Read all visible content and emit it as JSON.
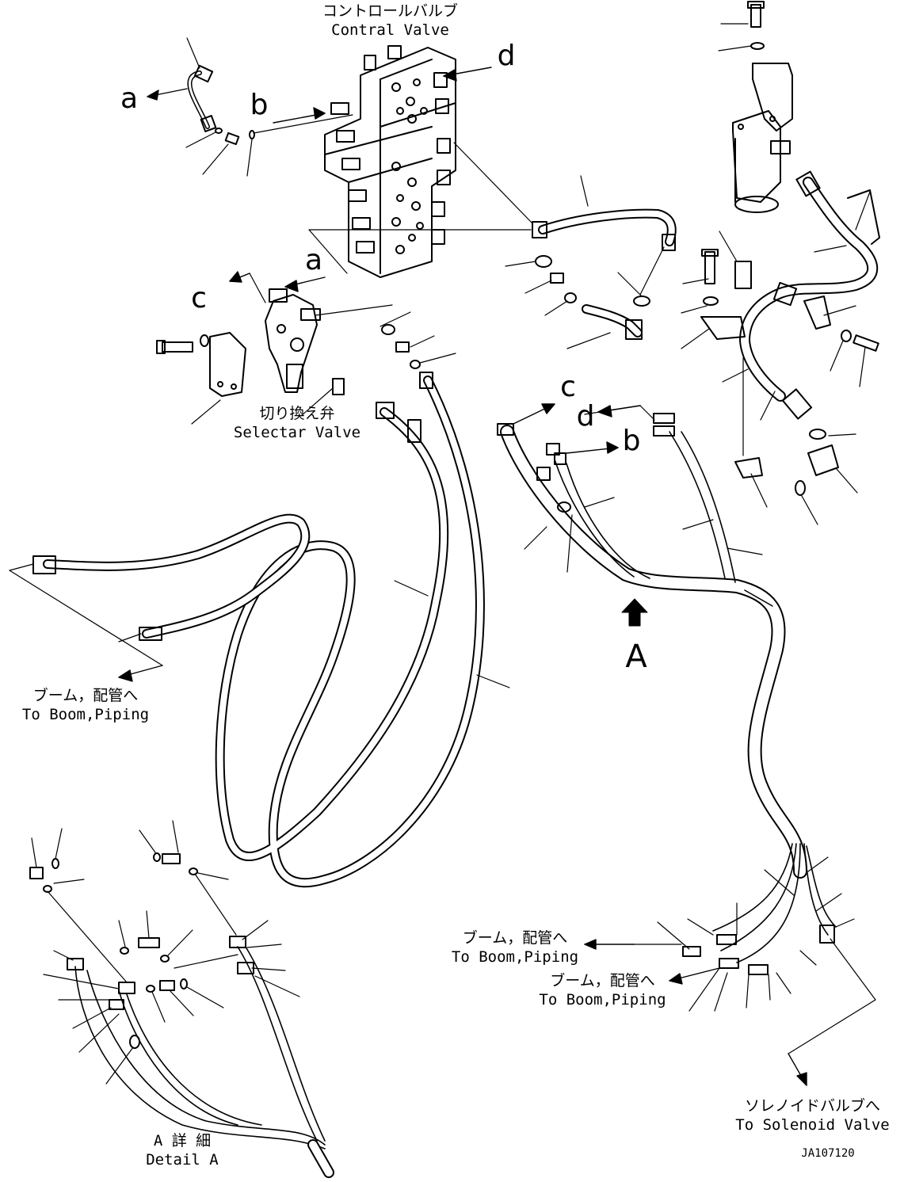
{
  "labels": {
    "control_valve_jp": "コントロールバルブ",
    "control_valve_en": "Contral Valve",
    "selector_valve_jp": "切り換え弁",
    "selector_valve_en": "Selectar Valve",
    "to_boom_left_jp": "ブーム，配管へ",
    "to_boom_left_en": "To Boom,Piping",
    "to_boom_right1_jp": "ブーム，配管へ",
    "to_boom_right1_en": "To Boom,Piping",
    "to_boom_right2_jp": "ブーム，配管へ",
    "to_boom_right2_en": "To Boom,Piping",
    "to_solenoid_jp": "ソレノイドバルブへ",
    "to_solenoid_en": "To Solenoid Valve",
    "detail_a_jp": "A 詳 細",
    "detail_a_en": "Detail A",
    "view_a": "A",
    "drawing_id": "JA107120"
  },
  "refs": {
    "a_top": "a",
    "b_top": "b",
    "d_top": "d",
    "a_mid": "a",
    "c_mid": "c",
    "c_right": "c",
    "d_right": "d",
    "b_right": "b"
  }
}
